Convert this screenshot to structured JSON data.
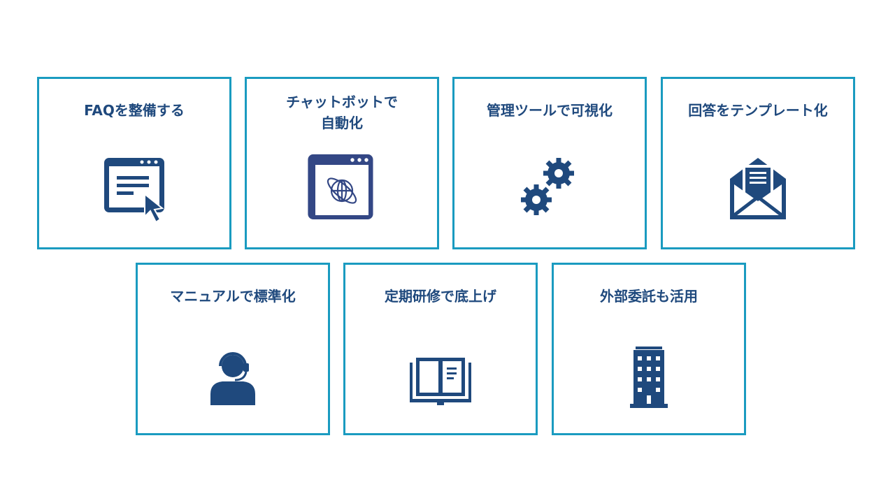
{
  "colors": {
    "border": "#1a9bc0",
    "text": "#1f497d",
    "icon": "#1f497d"
  },
  "cards": [
    {
      "title": "FAQを整備する",
      "icon": "browser-cursor-icon"
    },
    {
      "title": "チャットボットで\n自動化",
      "icon": "browser-globe-icon"
    },
    {
      "title": "管理ツールで可視化",
      "icon": "gears-icon"
    },
    {
      "title": "回答をテンプレート化",
      "icon": "envelope-document-icon"
    },
    {
      "title": "マニュアルで標準化",
      "icon": "operator-headset-icon"
    },
    {
      "title": "定期研修で底上げ",
      "icon": "open-book-icon"
    },
    {
      "title": "外部委託も活用",
      "icon": "office-building-icon"
    }
  ]
}
